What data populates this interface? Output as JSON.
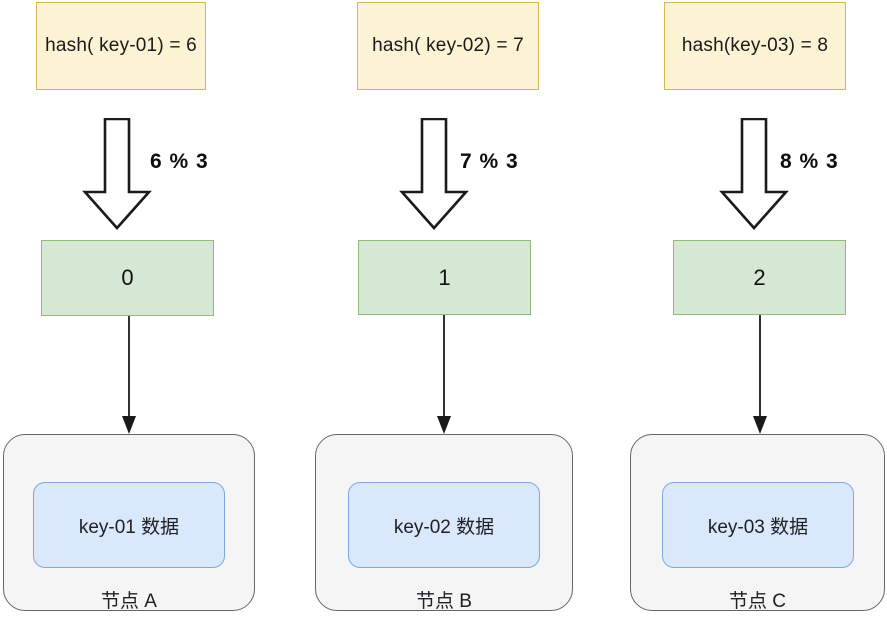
{
  "diagram": {
    "title": "hash % node-count key distribution",
    "colors": {
      "hash_box_fill": "#fcf3d4",
      "hash_box_border": "#d6b656",
      "slot_box_fill": "#d5e8d4",
      "slot_box_border": "#8fbc77",
      "node_box_fill": "#f5f5f5",
      "node_box_border": "#666666",
      "data_box_fill": "#dae8fc",
      "data_box_border": "#7ea6e0",
      "arrow_stroke": "#1a1a1a",
      "background": "#ffffff"
    },
    "columns": [
      {
        "hash_expression": "hash( key-01) = 6",
        "modulo_label": "6 % 3",
        "slot_value": "0",
        "data_label": "key-01 数据",
        "node_label": "节点 A"
      },
      {
        "hash_expression": "hash( key-02) = 7",
        "modulo_label": "7 % 3",
        "slot_value": "1",
        "data_label": "key-02 数据",
        "node_label": "节点 B"
      },
      {
        "hash_expression": "hash(key-03) = 8",
        "modulo_label": "8 % 3",
        "slot_value": "2",
        "data_label": "key-03 数据",
        "node_label": "节点 C"
      }
    ]
  }
}
